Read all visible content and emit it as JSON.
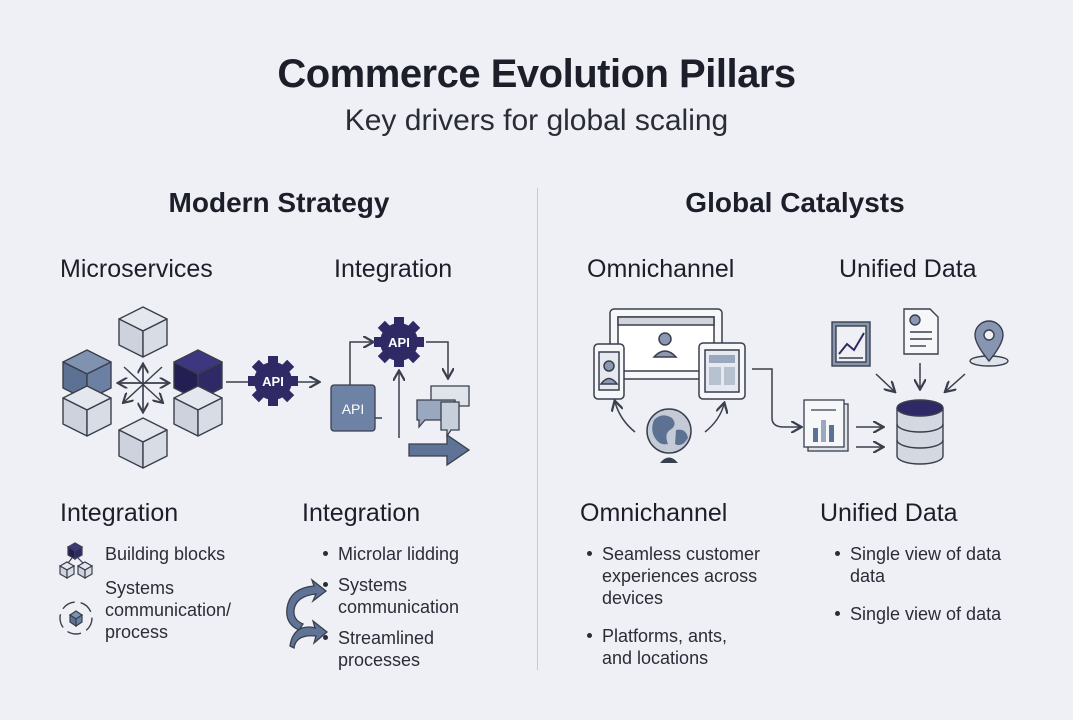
{
  "title": "Commerce Evolution Pillars",
  "subtitle": "Key drivers for global scaling",
  "left_section": {
    "heading": "Modern Strategy",
    "col1_label": "Microservices",
    "col2_label": "Integration",
    "api_gear_label": "API",
    "api_gear2_label": "API",
    "api_box_label": "API",
    "lower_col1": {
      "heading": "Integration",
      "items": [
        "Building blocks",
        "Systems communication/ process"
      ]
    },
    "lower_col2": {
      "heading": "Integration",
      "bullets": [
        "Microlar lidding",
        "Systems communication",
        "Streamlined processes"
      ]
    }
  },
  "right_section": {
    "heading": "Global Catalysts",
    "col1_label": "Omnichannel",
    "col2_label": "Unified Data",
    "lower_col1": {
      "heading": "Omnichannel",
      "bullets": [
        "Seamless customer experiences across devices",
        "Platforms, ants, and locations"
      ]
    },
    "lower_col2": {
      "heading": "Unified Data",
      "bullets": [
        "Single view of data data",
        "Single view of data"
      ]
    }
  },
  "colors": {
    "navy": "#2f2a66",
    "slate": "#647a9c",
    "light": "#d3d8e1",
    "line": "#3a3f4d"
  },
  "icons": [
    "cube-network-icon",
    "api-gear-icon",
    "api-box-icon",
    "chat-icon",
    "arrow-icon",
    "laptop-icon",
    "phone-icon",
    "tablet-icon",
    "globe-icon",
    "chart-icon",
    "document-icon",
    "location-pin-icon",
    "report-icon",
    "database-icon",
    "building-blocks-icon",
    "sync-cycle-icon",
    "curved-arrows-icon"
  ]
}
